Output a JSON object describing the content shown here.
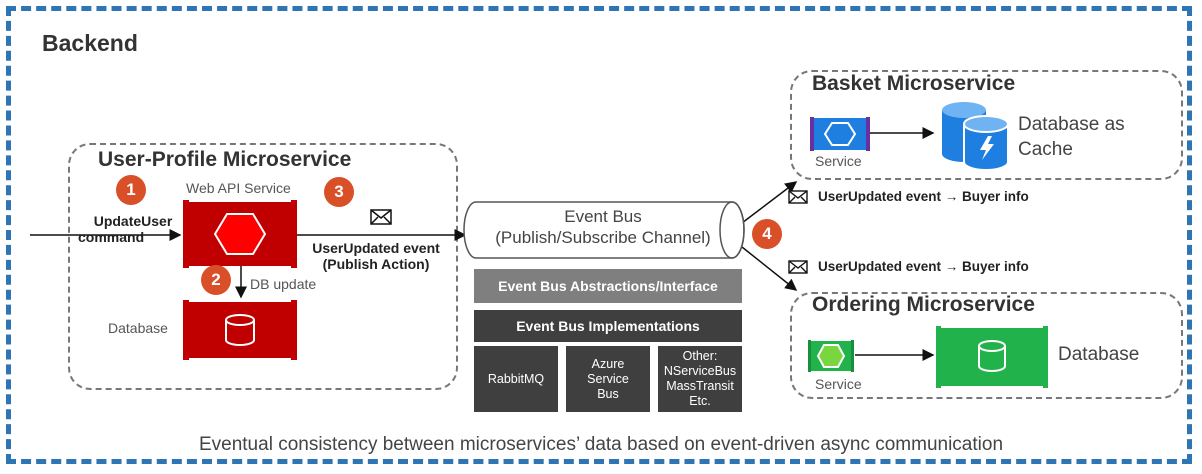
{
  "backend": {
    "title": "Backend"
  },
  "user_profile": {
    "title": "User-Profile Microservice",
    "web_api_label": "Web API Service",
    "db_update_label": "DB update",
    "database_label": "Database"
  },
  "steps": {
    "step1": "1",
    "step2": "2",
    "step3": "3",
    "step4": "4"
  },
  "command": {
    "line1": "UpdateUser",
    "line2": "command"
  },
  "publish": {
    "line1": "UserUpdated event",
    "line2": "(Publish Action)"
  },
  "event_bus": {
    "line1": "Event Bus",
    "line2": "(Publish/Subscribe Channel)",
    "abstractions": "Event Bus Abstractions/Interface",
    "implementations_title": "Event Bus Implementations",
    "impl_rabbit": "RabbitMQ",
    "impl_azure": [
      "Azure",
      "Service",
      "Bus"
    ],
    "impl_other": [
      "Other:",
      "NServiceBus",
      "MassTransit",
      "Etc."
    ]
  },
  "basket": {
    "title": "Basket Microservice",
    "service_label": "Service",
    "db_label_line1": "Database as",
    "db_label_line2": "Cache"
  },
  "ordering": {
    "title": "Ordering Microservice",
    "service_label": "Service",
    "db_label": "Database"
  },
  "events": {
    "basket_event": "UserUpdated event → Buyer info",
    "ordering_event": "UserUpdated event → Buyer info"
  },
  "footer": "Eventual consistency between microservices’ data based on event-driven async communication",
  "colors": {
    "frame_blue": "#2e75b6",
    "user_profile_red": "#c00000",
    "basket_blue": "#1f7fe0",
    "ordering_green": "#21b24b",
    "badge_orange": "#d94f27",
    "abstraction_grey": "#7f7f7f",
    "implementation_dark": "#3f3f3f"
  }
}
